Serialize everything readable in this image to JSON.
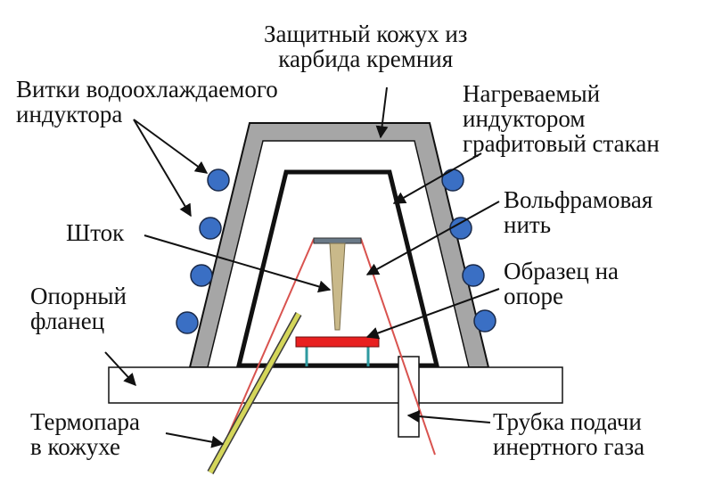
{
  "labels": {
    "shield": [
      "Защитный кожух из",
      "карбида кремния"
    ],
    "coils": [
      "Витки водоохлаждаемого",
      "индуктора"
    ],
    "crucible": [
      "Нагреваемый",
      "индуктором",
      "графитовый стакан"
    ],
    "filament": [
      "Вольфрамовая",
      "нить"
    ],
    "rod": [
      "Шток"
    ],
    "sample": [
      "Образец на",
      "опоре"
    ],
    "flange": [
      "Опорный",
      "фланец"
    ],
    "thermocouple": [
      "Термопара",
      "в кожухе"
    ],
    "gas_tube": [
      "Трубка подачи",
      "инертного газа"
    ]
  },
  "colors": {
    "shield": "#a6a6a6",
    "outline": "#111111",
    "coil": "#3a6fc4",
    "filament": "#d9534f",
    "sample": "#e82020",
    "sample_support": "#2e9aa0",
    "rod": "#c9b98a",
    "thermocouple": "#d4d65a"
  },
  "icons": [
    "coil-turn-icon"
  ]
}
